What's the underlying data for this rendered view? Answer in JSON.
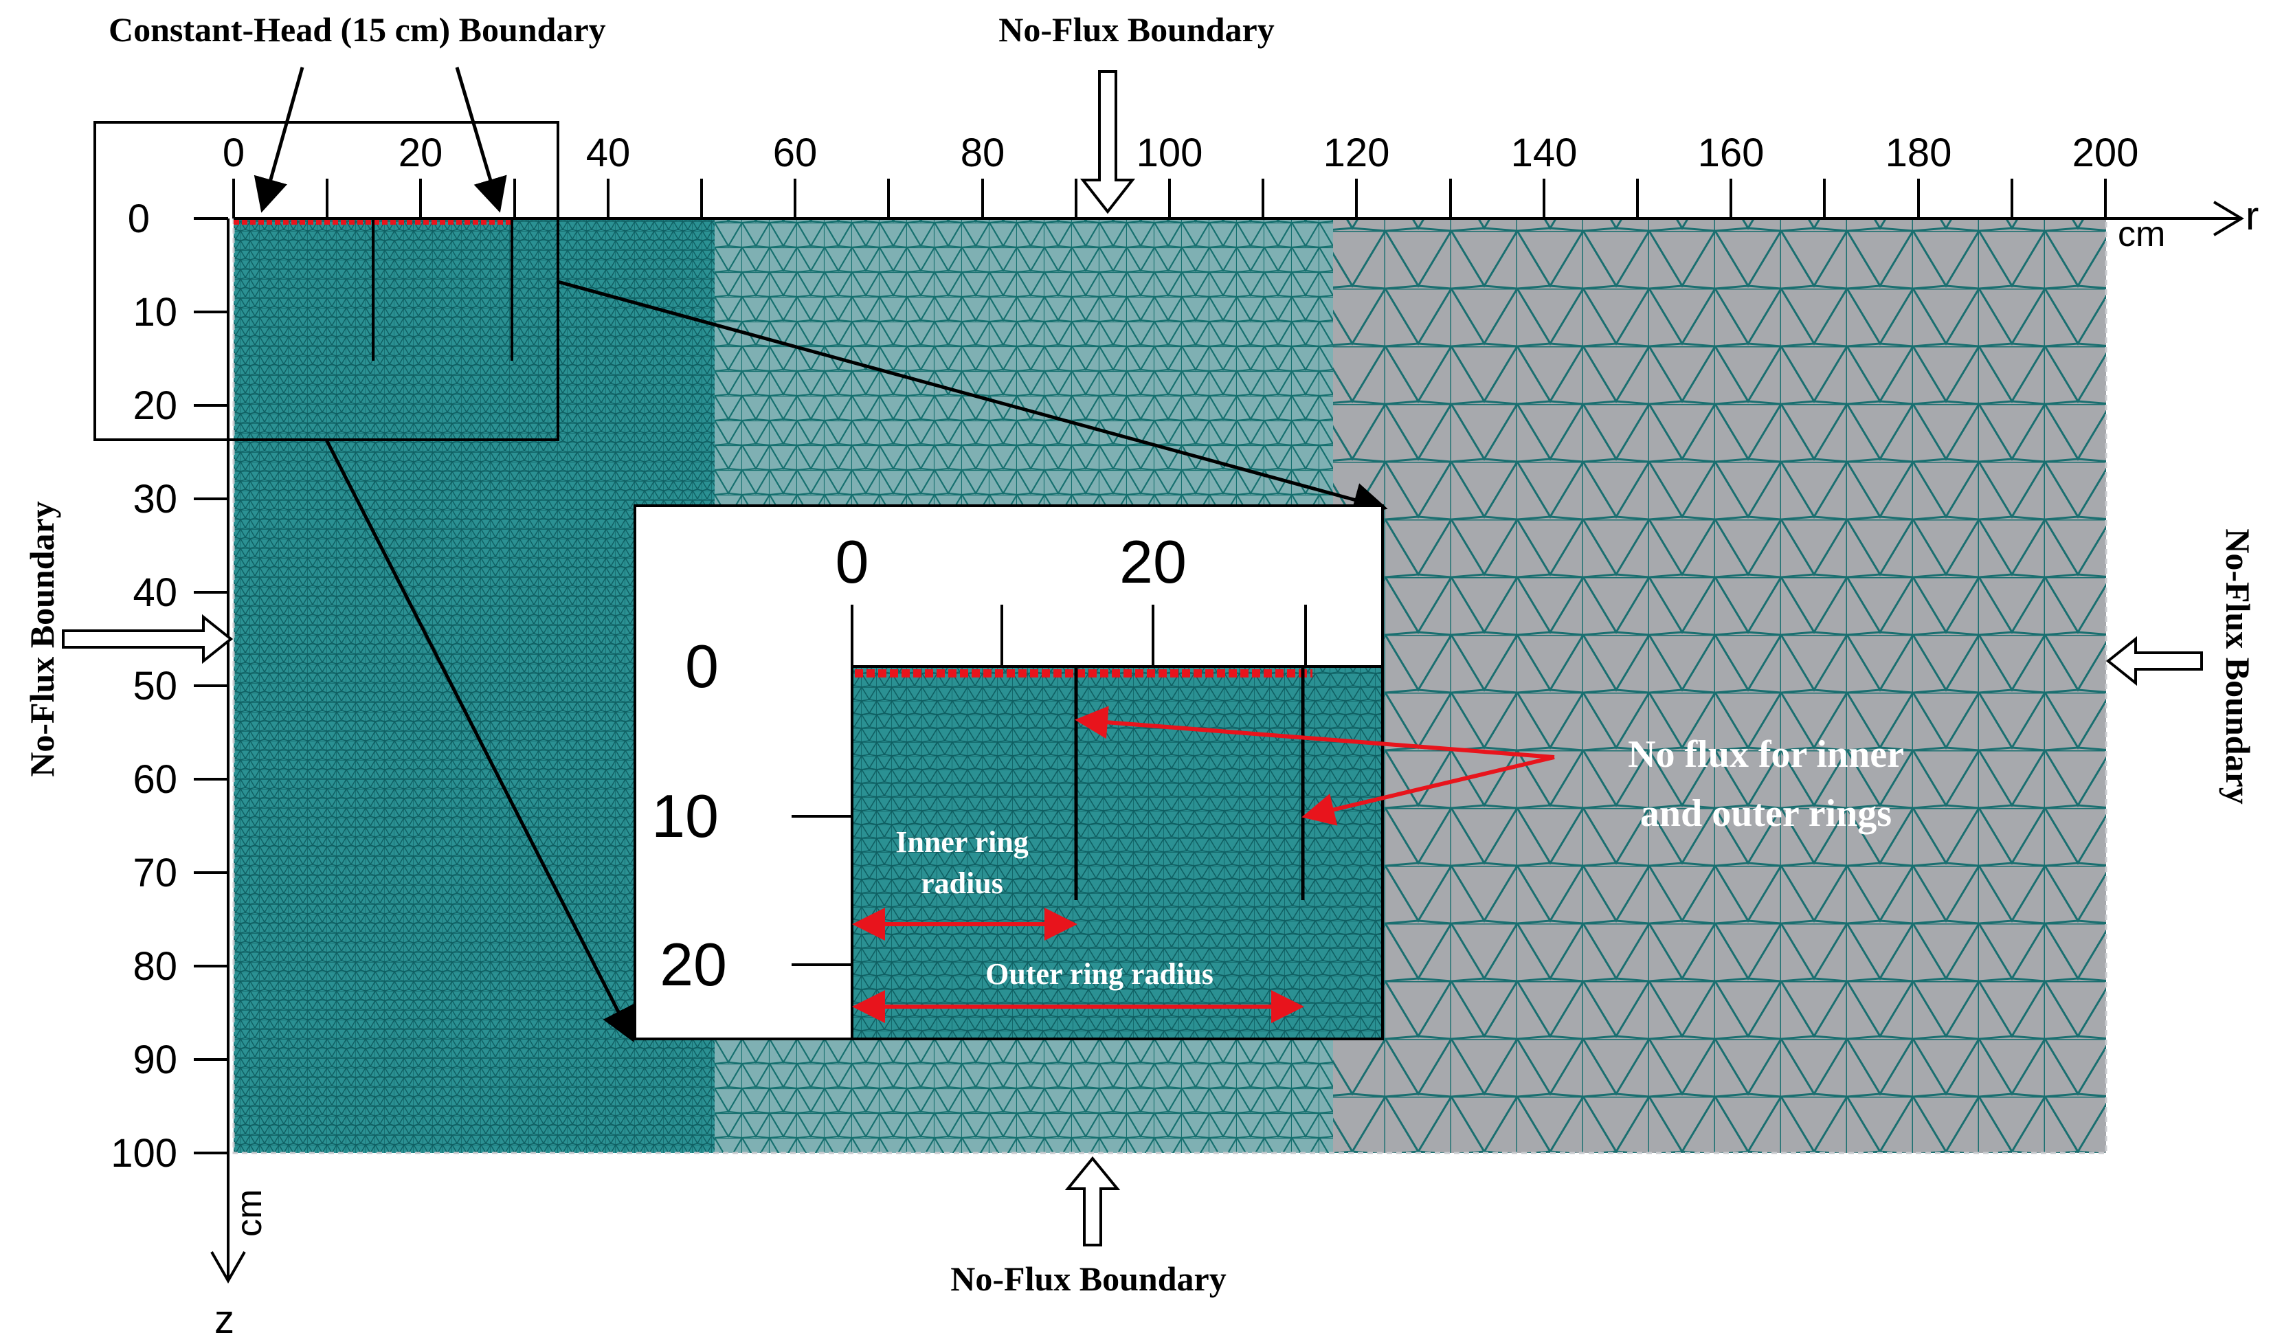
{
  "labels": {
    "constant_head": "Constant-Head (15 cm) Boundary",
    "no_flux_top": "No-Flux Boundary",
    "no_flux_bottom": "No-Flux Boundary",
    "no_flux_left": "No-Flux Boundary",
    "no_flux_right": "No-Flux Boundary",
    "no_flux_rings_line1": "No flux for inner",
    "no_flux_rings_line2": "and outer rings",
    "inner_ring_line1": "Inner ring",
    "inner_ring_line2": "radius",
    "outer_ring": "Outer ring radius"
  },
  "axes": {
    "r_label": "r",
    "z_label": "z",
    "r_unit": "cm",
    "z_unit": "cm",
    "r_ticks": [
      "0",
      "20",
      "40",
      "60",
      "80",
      "100",
      "120",
      "140",
      "160",
      "180",
      "200"
    ],
    "z_ticks": [
      "0",
      "10",
      "20",
      "30",
      "40",
      "50",
      "60",
      "70",
      "80",
      "90",
      "100"
    ]
  },
  "inset": {
    "r_ticks": [
      "0",
      "20"
    ],
    "z_ticks": [
      "0",
      "10",
      "20"
    ]
  },
  "colors": {
    "mesh_fill": "#1f8a8c",
    "mesh_line": "#0f5f62",
    "background_grey": "#a7a9ad",
    "boundary_red": "#e8141c",
    "annotation_red": "#e8141c"
  }
}
